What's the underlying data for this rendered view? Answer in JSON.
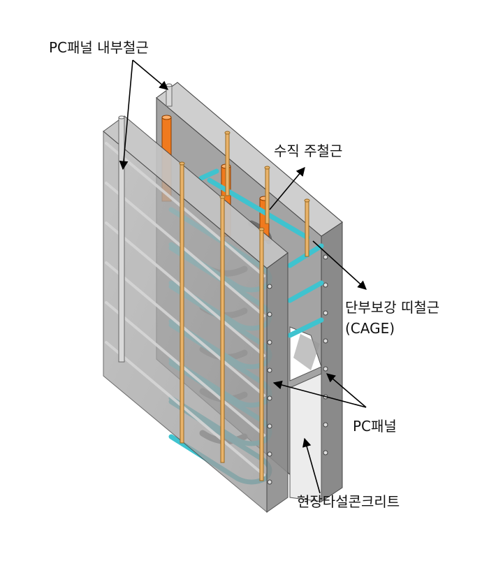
{
  "labels": {
    "pc_panel_inner_rebar": "PC패널 내부철근",
    "vertical_main_rebar": "수직 주철근",
    "end_reinforcement_line1": "단부보강 띠철근",
    "end_reinforcement_line2": "(CAGE)",
    "pc_panel": "PC패널",
    "cast_in_place_concrete": "현장타설콘크리트"
  },
  "colors": {
    "panel_face": "#a9a9a9",
    "panel_side": "#8c8c8c",
    "panel_top": "#c4c4c4",
    "vertical_main_rebar": "#f07a1e",
    "pc_panel_vertical_bars": "#e9b36a",
    "cage_ties": "#3fc3cf",
    "inner_rebar": "#c8c8c8",
    "concrete_gap": "#eeeeee"
  }
}
